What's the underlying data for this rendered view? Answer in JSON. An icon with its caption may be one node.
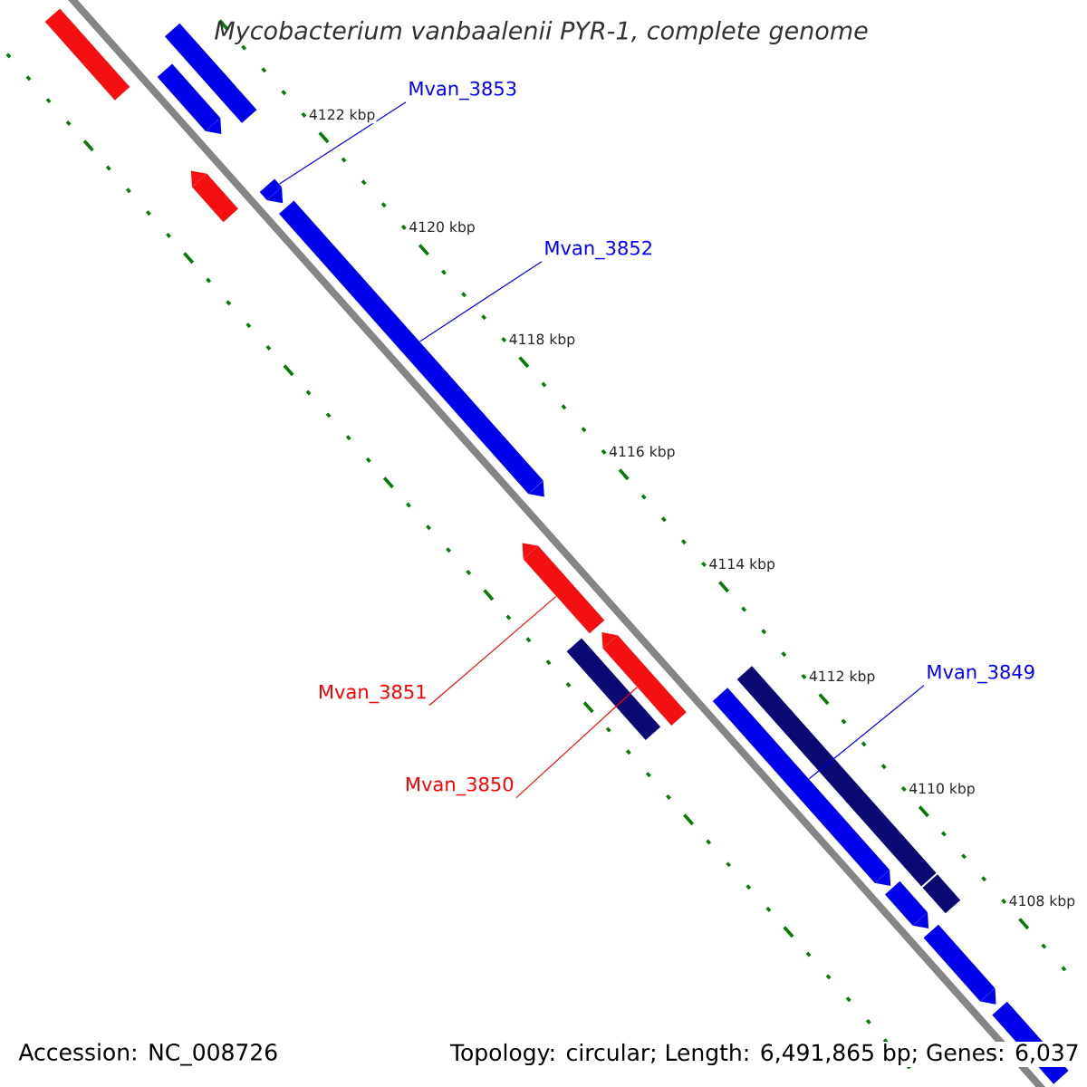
{
  "diagram": {
    "title": "Mycobacterium vanbaalenii PYR-1, complete genome",
    "nodes": [
      {
        "text": [
          "Mvan_3853"
        ]
      },
      {
        "text": [],
        "shape": "bar"
      },
      {
        "text": [
          "Mvan_3852"
        ]
      },
      {
        "text": [],
        "shape": "bar"
      },
      {
        "text": [
          "Mvan_3849"
        ]
      },
      {
        "text": [],
        "shape": "bar"
      },
      {
        "text": [
          "Mvan_3851"
        ]
      },
      {
        "text": [],
        "shape": "bar"
      },
      {
        "text": [
          "Mvan_3850"
        ]
      },
      {
        "text": [],
        "shape": "bar"
      },
      {
        "text": [],
        "shape": "bar"
      },
      {
        "text": [],
        "shape": "bar"
      },
      {
        "text": [],
        "shape": "bar"
      },
      {
        "text": [],
        "shape": "bar"
      },
      {
        "text": [],
        "shape": "bar"
      },
      {
        "text": [],
        "shape": "bar"
      },
      {
        "text": [],
        "shape": "bar"
      },
      {
        "text": [],
        "shape": "bar"
      },
      {
        "text": [],
        "shape": "bar"
      },
      {
        "text": [],
        "shape": "bar"
      }
    ],
    "edges": [
      {
        "from": 0,
        "to": 1,
        "arrow": "none"
      },
      {
        "from": 2,
        "to": 3,
        "arrow": "none"
      },
      {
        "from": 4,
        "to": 5,
        "arrow": "none"
      },
      {
        "from": 6,
        "to": 7,
        "arrow": "none",
        "color": "#ff0000"
      },
      {
        "from": 8,
        "to": 9,
        "arrow": "none",
        "color": "#ff0000"
      }
    ],
    "labels": [
      "4122 kbp",
      "4120 kbp",
      "4118 kbp",
      "4116 kbp",
      "4114 kbp",
      "4112 kbp",
      "4110 kbp",
      "4108 kbp",
      "Accession: NC_008726",
      "Topology: circular; Length: 6,491,865 bp; Genes: 6,037"
    ]
  }
}
